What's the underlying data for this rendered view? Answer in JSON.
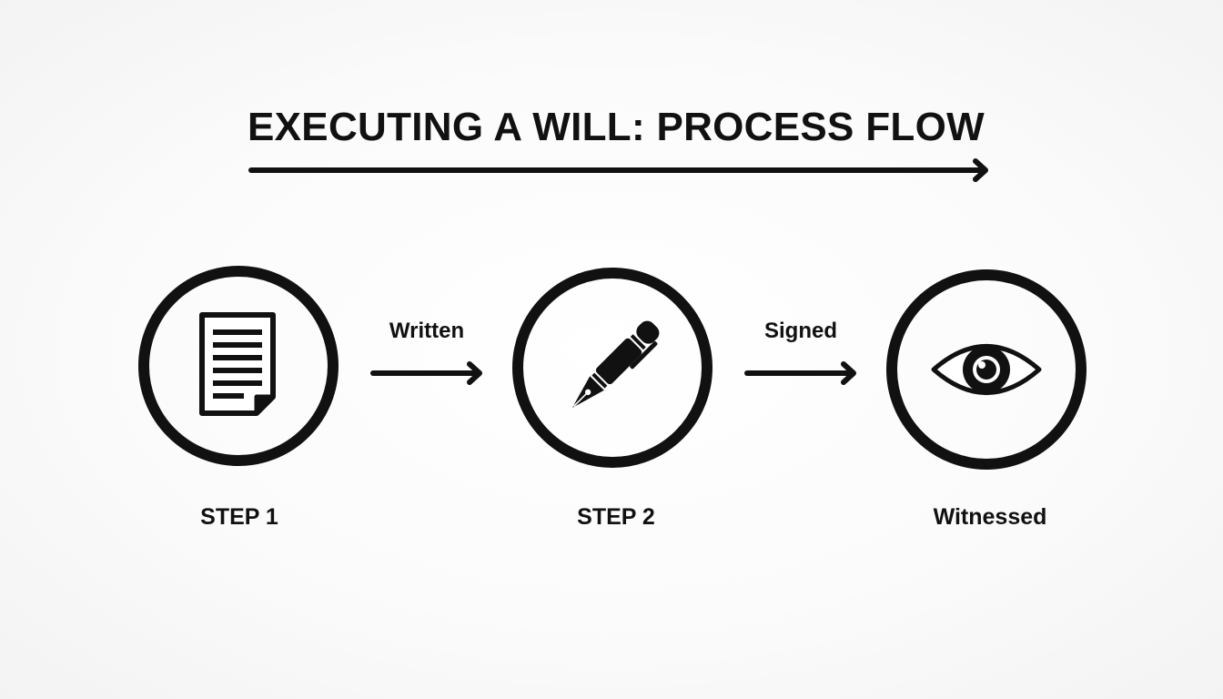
{
  "title": "EXECUTING A WILL: PROCESS FLOW",
  "steps": [
    {
      "label": "STEP 1",
      "icon": "document-icon"
    },
    {
      "label": "STEP 2",
      "icon": "fountain-pen-icon"
    },
    {
      "label": "Witnessed",
      "icon": "eye-icon"
    }
  ],
  "transitions": [
    {
      "label": "Written"
    },
    {
      "label": "Signed"
    }
  ],
  "colors": {
    "ink": "#111111",
    "background": "#f7f7f7"
  }
}
